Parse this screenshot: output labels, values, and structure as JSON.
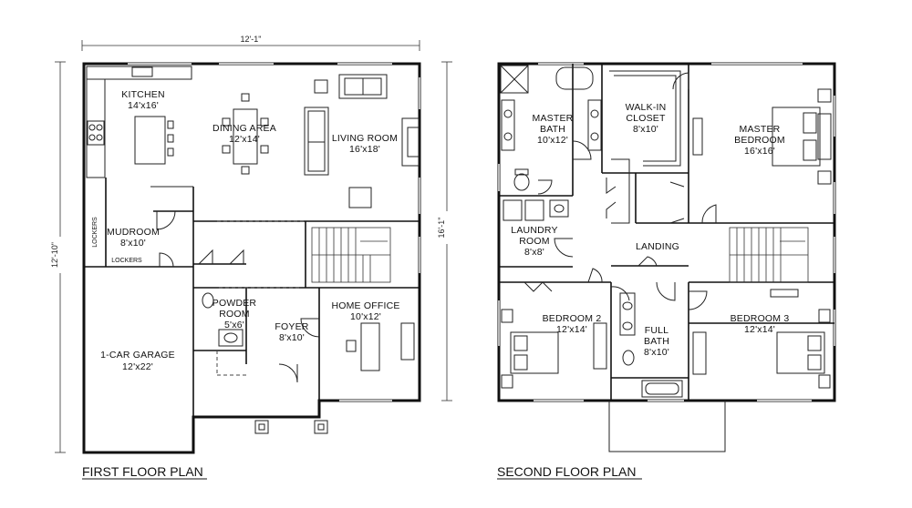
{
  "first_floor": {
    "title": "FIRST FLOOR PLAN",
    "dim_top": "12'-1\"",
    "dim_left": "12'-10\"",
    "dim_right": "16'-1\"",
    "rooms": {
      "kitchen": {
        "name": "KITCHEN",
        "size": "14'x16'"
      },
      "dining": {
        "name": "DINING AREA",
        "size": "12'x14'"
      },
      "living": {
        "name": "LIVING ROOM",
        "size": "16'x18'"
      },
      "mudroom": {
        "name": "MUDROOM",
        "size": "8'x10'"
      },
      "lockers_v": "LOCKERS",
      "lockers_h": "LOCKERS",
      "powder": {
        "name1": "POWDER",
        "name2": "ROOM",
        "size": "5'x6'"
      },
      "foyer": {
        "name": "FOYER",
        "size": "8'x10'"
      },
      "office": {
        "name": "HOME OFFICE",
        "size": "10'x12'"
      },
      "garage": {
        "name": "1-CAR GARAGE",
        "size": "12'x22'"
      }
    }
  },
  "second_floor": {
    "title": "SECOND FLOOR PLAN",
    "rooms": {
      "master_bath": {
        "name1": "MASTER",
        "name2": "BATH",
        "size": "10'x12'"
      },
      "closet": {
        "name1": "WALK-IN",
        "name2": "CLOSET",
        "size": "8'x10'"
      },
      "master_bed": {
        "name1": "MASTER",
        "name2": "BEDROOM",
        "size": "16'x16'"
      },
      "laundry": {
        "name1": "LAUNDRY",
        "name2": "ROOM",
        "size": "8'x8'"
      },
      "landing": {
        "name": "LANDING"
      },
      "bed2": {
        "name": "BEDROOM 2",
        "size": "12'x14'"
      },
      "full_bath": {
        "name1": "FULL",
        "name2": "BATH",
        "size": "8'x10'"
      },
      "bed3": {
        "name": "BEDROOM 3",
        "size": "12'x14'"
      }
    }
  }
}
